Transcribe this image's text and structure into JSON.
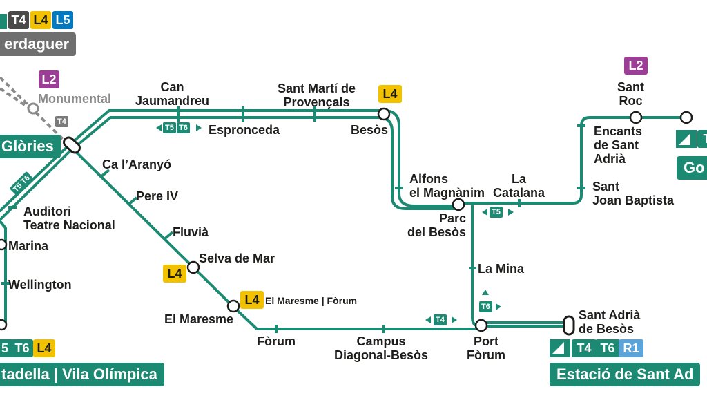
{
  "colors": {
    "tram_line": "#1c8a73",
    "tram_line_light": "#3aa58c",
    "grey_line": "#8a8a8a",
    "l2": "#9b3f96",
    "l4": "#f2c200",
    "l5": "#0079c1",
    "r1": "#5ba4da",
    "text": "#1d1d1b"
  },
  "top_left": {
    "tram": "T4",
    "l4": "L4",
    "l5": "L5",
    "station_bar": "erdaguer"
  },
  "monumental": {
    "badge": "L2",
    "label": "Monumental",
    "tram": "T4"
  },
  "glories": {
    "bar": "Glòries"
  },
  "trams": {
    "t5": "T5",
    "t6": "T6",
    "t4": "T4"
  },
  "stations": {
    "can_jaumandreu": "Can\nJaumandreu",
    "espronceda": "Espronceda",
    "sant_marti": "Sant Martí de\nProvençals",
    "besos": "Besòs",
    "besos_badge": "L4",
    "ca_laranyo": "Ca l’Aranyó",
    "pere_iv": "Pere IV",
    "fluvia": "Fluvià",
    "auditori": "Auditori\nTeatre Nacional",
    "marina": "Marina",
    "wellington": "Wellington",
    "selva_de_mar": "Selva de Mar",
    "selva_badge": "L4",
    "el_maresme": "El Maresme",
    "maresme_badge": "L4",
    "maresme_note": "El Maresme | Fòrum",
    "forum": "Fòrum",
    "campus": "Campus\nDiagonal-Besòs",
    "port_forum": "Port\nFòrum",
    "la_mina": "La Mina",
    "parc_besos": "Parc\ndel Besòs",
    "alfons": "Alfons\nel Magnànim",
    "la_catalana": "La\nCatalana",
    "sant_joan": "Sant\nJoan Baptista",
    "encants": "Encants\nde Sant\nAdrià",
    "sant_roc": "Sant\nRoc",
    "sant_roc_badge": "L2",
    "sant_adria": "Sant Adrià\nde Besòs"
  },
  "bottom_left": {
    "t5": "5",
    "t6": "T6",
    "l4": "L4",
    "bar": "tadella | Vila Olímpica"
  },
  "bottom_right": {
    "t4": "T4",
    "t6": "T6",
    "r1": "R1",
    "bar": "Estació de Sant Ad"
  },
  "right_edge": {
    "tram": "T",
    "bar": "Go"
  }
}
